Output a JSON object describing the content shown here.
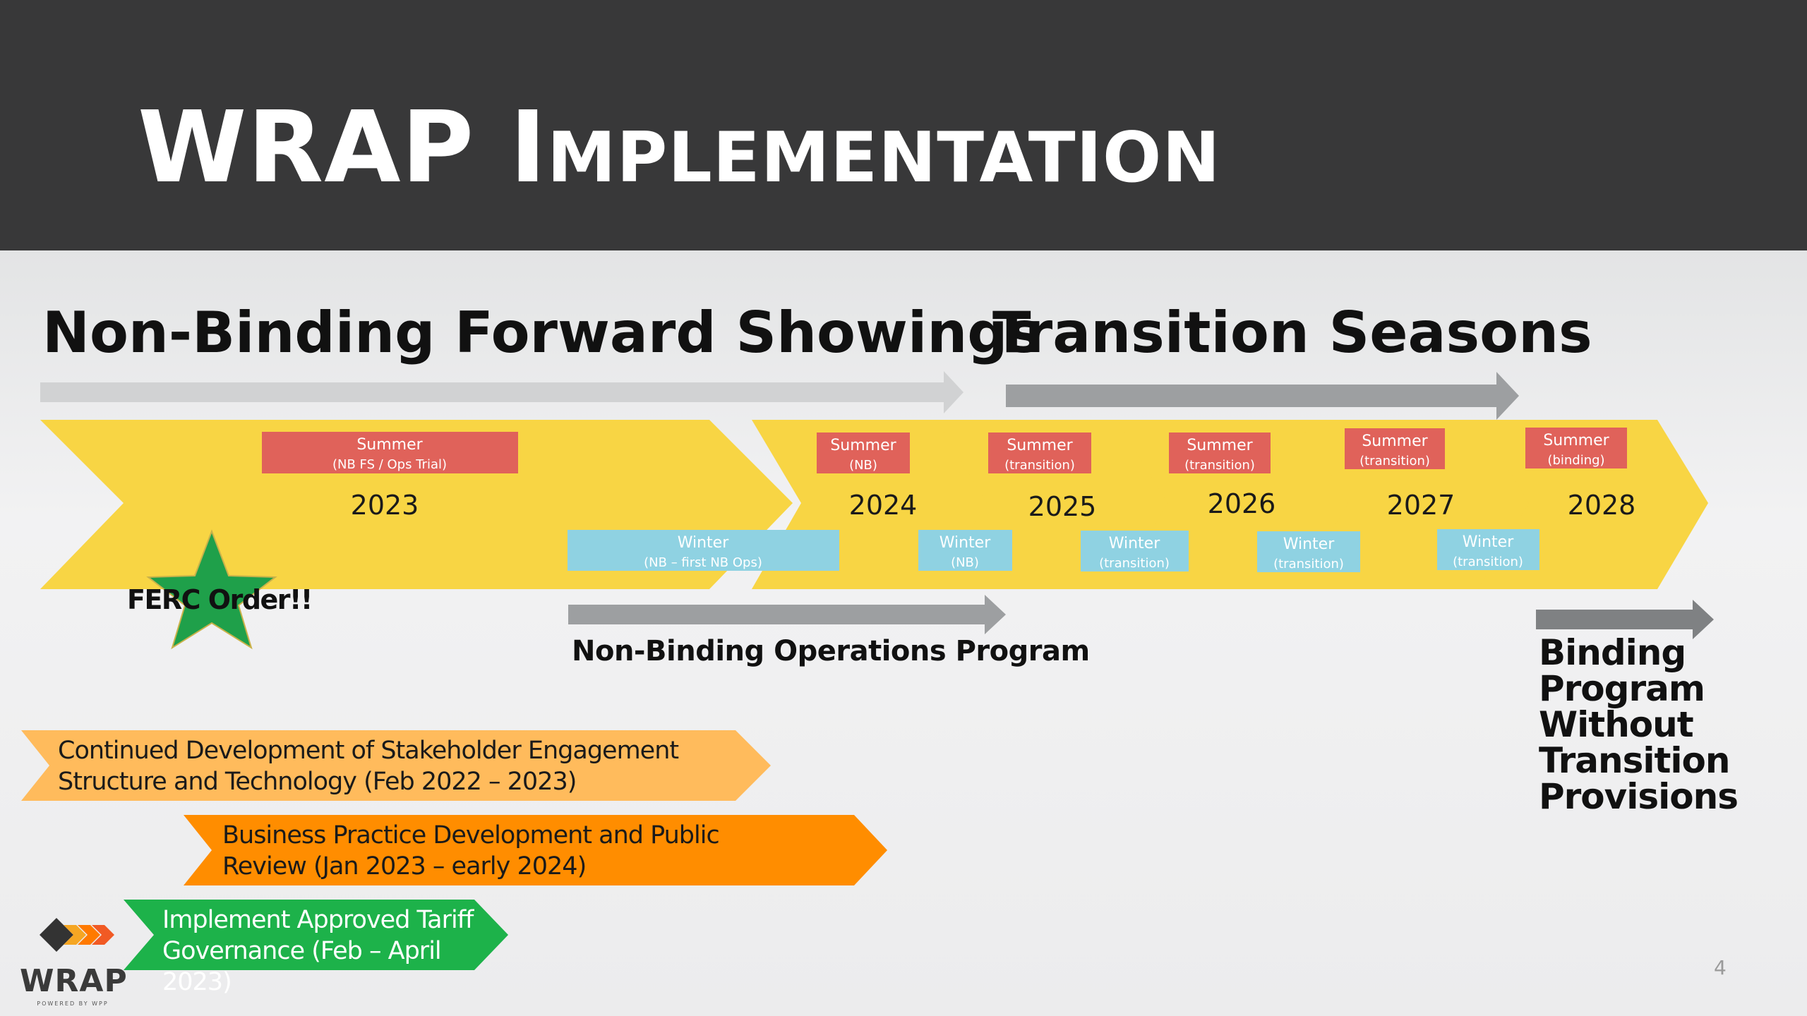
{
  "title": "WRAP Implementation",
  "headings": {
    "non_binding": "Non-Binding Forward Showings",
    "transition": "Transition Seasons"
  },
  "colors": {
    "header_bg": "#383839",
    "timeline_yellow": "#f8d544",
    "summer_red": "#e0625a",
    "winter_blue": "#8fd2e2",
    "arrow_gray": "#9d9fa1",
    "arrow_light_gray": "#d1d2d3",
    "bar_light_orange": "#ffbb5c",
    "bar_orange": "#ff8d00",
    "bar_green": "#1db24a",
    "star_green": "#1fa04a"
  },
  "years": [
    "2023",
    "2024",
    "2025",
    "2026",
    "2027",
    "2028"
  ],
  "summer_labels": [
    {
      "name": "Summer",
      "sub": "(NB FS / Ops Trial)"
    },
    {
      "name": "Summer",
      "sub": "(NB)"
    },
    {
      "name": "Summer",
      "sub": "(transition)"
    },
    {
      "name": "Summer",
      "sub": "(transition)"
    },
    {
      "name": "Summer",
      "sub": "(transition)"
    },
    {
      "name": "Summer",
      "sub": "(binding)"
    }
  ],
  "winter_labels": [
    {
      "name": "Winter",
      "sub": "(NB – first NB Ops)"
    },
    {
      "name": "Winter",
      "sub": "(NB)"
    },
    {
      "name": "Winter",
      "sub": "(transition)"
    },
    {
      "name": "Winter",
      "sub": "(transition)"
    },
    {
      "name": "Winter",
      "sub": "(transition)"
    }
  ],
  "star_label": "FERC Order!!",
  "ops_program_label": "Non-Binding Operations Program",
  "binding_label": "Binding Program Without Transition Provisions",
  "bars": [
    {
      "text": "Continued Development of Stakeholder Engagement Structure and Technology (Feb 2022 – 2023)"
    },
    {
      "text": "Business Practice Development and Public Review (Jan 2023 – early 2024)"
    },
    {
      "text": "Implement Approved Tariff Governance (Feb – April 2023)"
    }
  ],
  "logo": {
    "name": "WRAP",
    "tagline": "POWERED BY WPP"
  },
  "page_number": "4"
}
